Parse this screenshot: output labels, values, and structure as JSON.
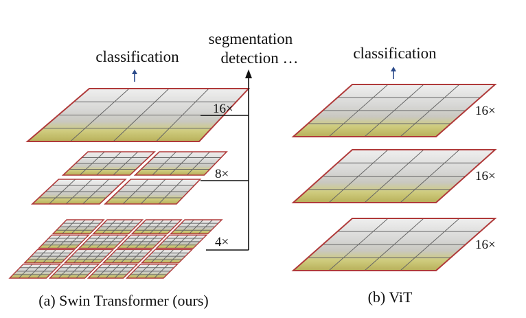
{
  "swin": {
    "top_label": "classification",
    "task_labels": [
      "segmentation",
      "detection …"
    ],
    "scales": [
      "16×",
      "8×",
      "4×"
    ],
    "caption": "(a) Swin Transformer (ours)"
  },
  "vit": {
    "top_label": "classification",
    "scales": [
      "16×",
      "16×",
      "16×"
    ],
    "caption": "(b) ViT"
  },
  "colors": {
    "patch_border": "#b03a3a",
    "grid_line": "#666666",
    "classification_arrow": "#2b4a8a",
    "connector": "#111111",
    "scene_sky": "#eeeeee",
    "scene_building": "#cfcfcf",
    "scene_foliage": "#c8c766"
  }
}
